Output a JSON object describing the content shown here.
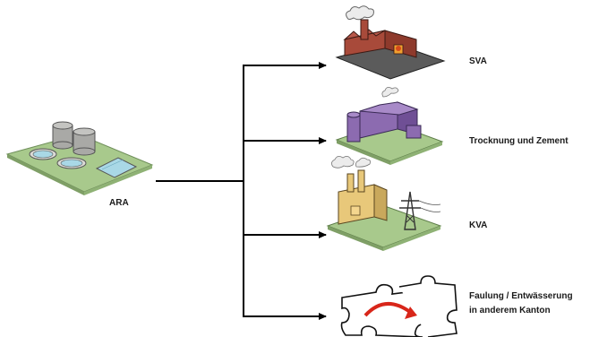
{
  "source": {
    "label": "ARA",
    "icon": "wastewater-plant-icon"
  },
  "destinations": [
    {
      "label": "SVA",
      "icon": "factory-icon"
    },
    {
      "label": "Trocknung und Zement",
      "icon": "cement-plant-icon"
    },
    {
      "label": "KVA",
      "icon": "incinerator-powerline-icon"
    },
    {
      "lines": [
        "Faulung / Entwässerung",
        "in anderem Kanton"
      ],
      "icon": "puzzle-icon"
    }
  ],
  "colors": {
    "arrow": "#000000",
    "ground": "#a8c98c",
    "factory_red": "#a84a3a",
    "plant_purple": "#8c6bb0",
    "kva_yellow": "#e8c87a",
    "tank_grey": "#a9a9a6",
    "pool_blue": "#a9d8e6"
  }
}
